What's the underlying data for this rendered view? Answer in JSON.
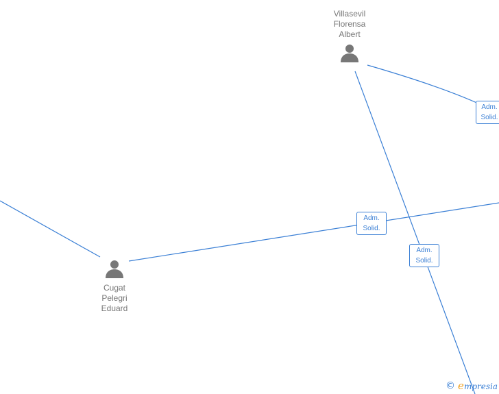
{
  "nodes": {
    "villasevil": {
      "name_lines": [
        "Villasevil",
        "Florensa",
        "Albert"
      ],
      "icon": "person-icon"
    },
    "cugat": {
      "name_lines": [
        "Cugat",
        "Pelegri",
        "Eduard"
      ],
      "icon": "person-icon"
    }
  },
  "edge_labels": {
    "top_right": {
      "line1": "Adm.",
      "line2": "Solid."
    },
    "middle": {
      "line1": "Adm.",
      "line2": "Solid."
    },
    "lower_right": {
      "line1": "Adm.",
      "line2": "Solid."
    }
  },
  "colors": {
    "edge": "#3a7fd5",
    "node_text": "#777777",
    "node_icon": "#777777",
    "brand_accent": "#f0a020"
  },
  "watermark": {
    "symbol": "©",
    "brand_initial": "e",
    "brand_rest": "mpresia"
  }
}
